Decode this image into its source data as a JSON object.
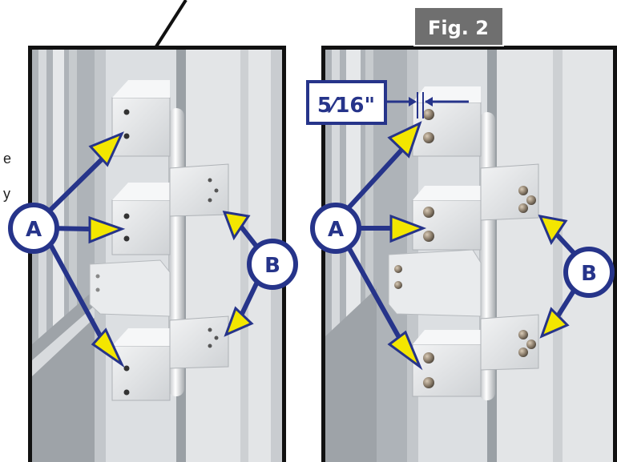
{
  "figure_tag": "Fig. 2",
  "gap_dimension": "5⁄16\"",
  "callouts": {
    "left_a": "A",
    "left_b": "B",
    "right_a": "A",
    "right_b": "B"
  },
  "edge_text_fragments": [
    "e",
    "y"
  ],
  "colors": {
    "callout_blue": "#26348a",
    "arrow_yellow": "#f3e600",
    "tag_gray": "#6f6f6f",
    "frame_black": "#111111"
  }
}
